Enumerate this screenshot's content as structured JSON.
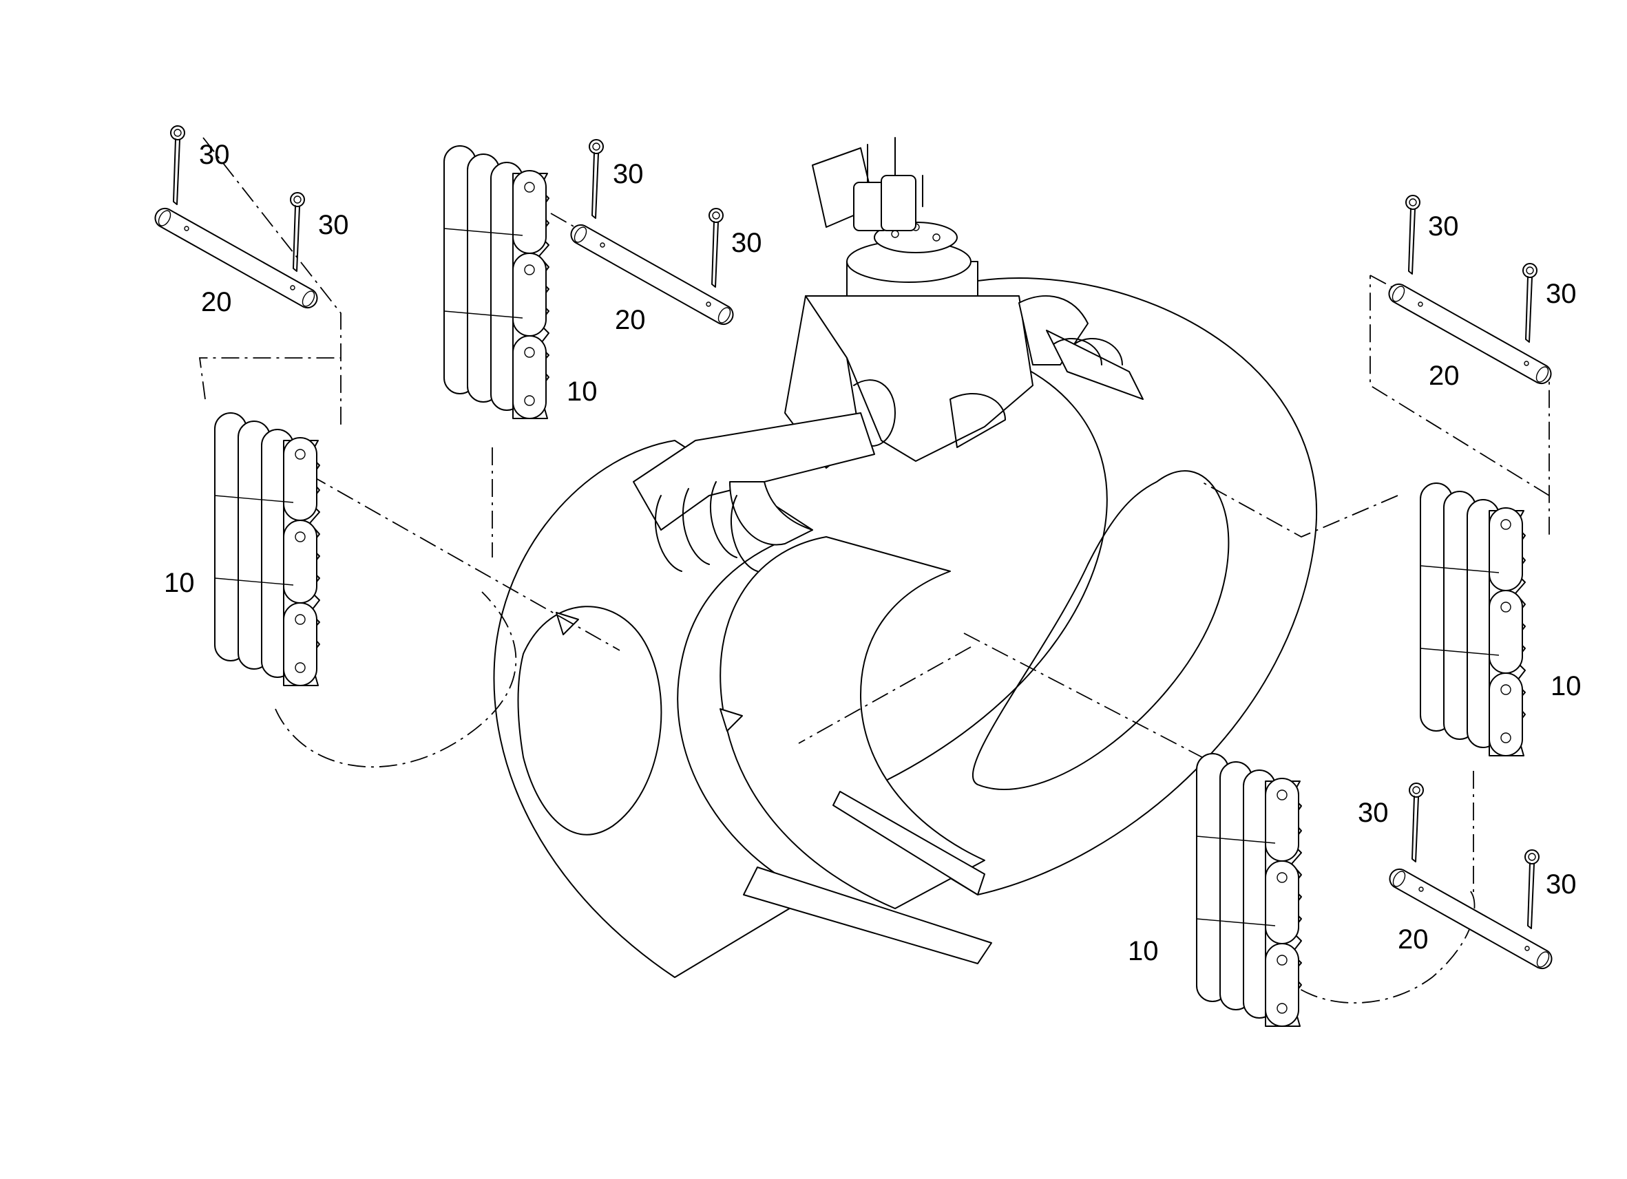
{
  "callouts": {
    "pin_label": "20",
    "cotter_label": "30",
    "roller_label": "10"
  }
}
